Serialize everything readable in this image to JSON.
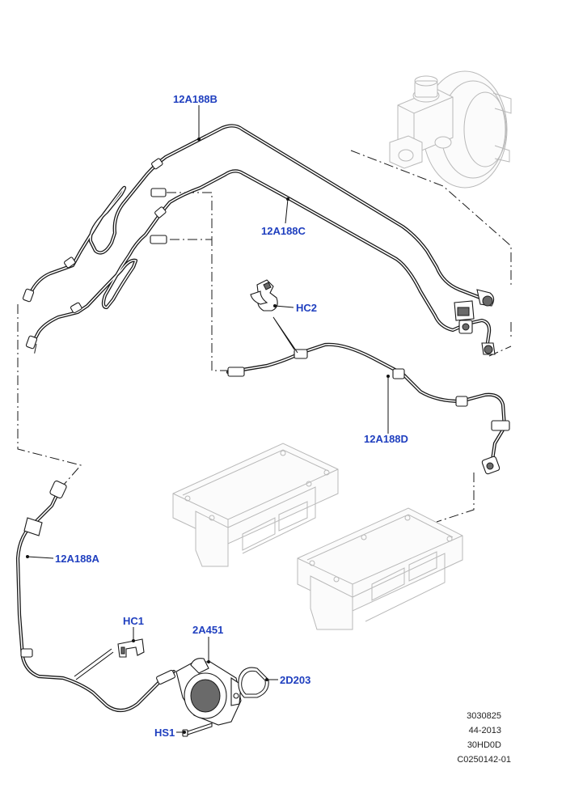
{
  "callouts": {
    "c12a188b": "12A188B",
    "c12a188c": "12A188C",
    "hc2": "HC2",
    "c12a188d": "12A188D",
    "c12a188a": "12A188A",
    "hc1": "HC1",
    "c2a451": "2A451",
    "c2d203": "2D203",
    "hs1": "HS1"
  },
  "info_block": {
    "line1": "3030825",
    "line2": "44-2013",
    "line3": "30HD0D",
    "line4": "C0250142-01"
  },
  "colors": {
    "callout": "#1f3fbf",
    "line": "#1a1a1a",
    "ghost": "#b9b9b9"
  }
}
